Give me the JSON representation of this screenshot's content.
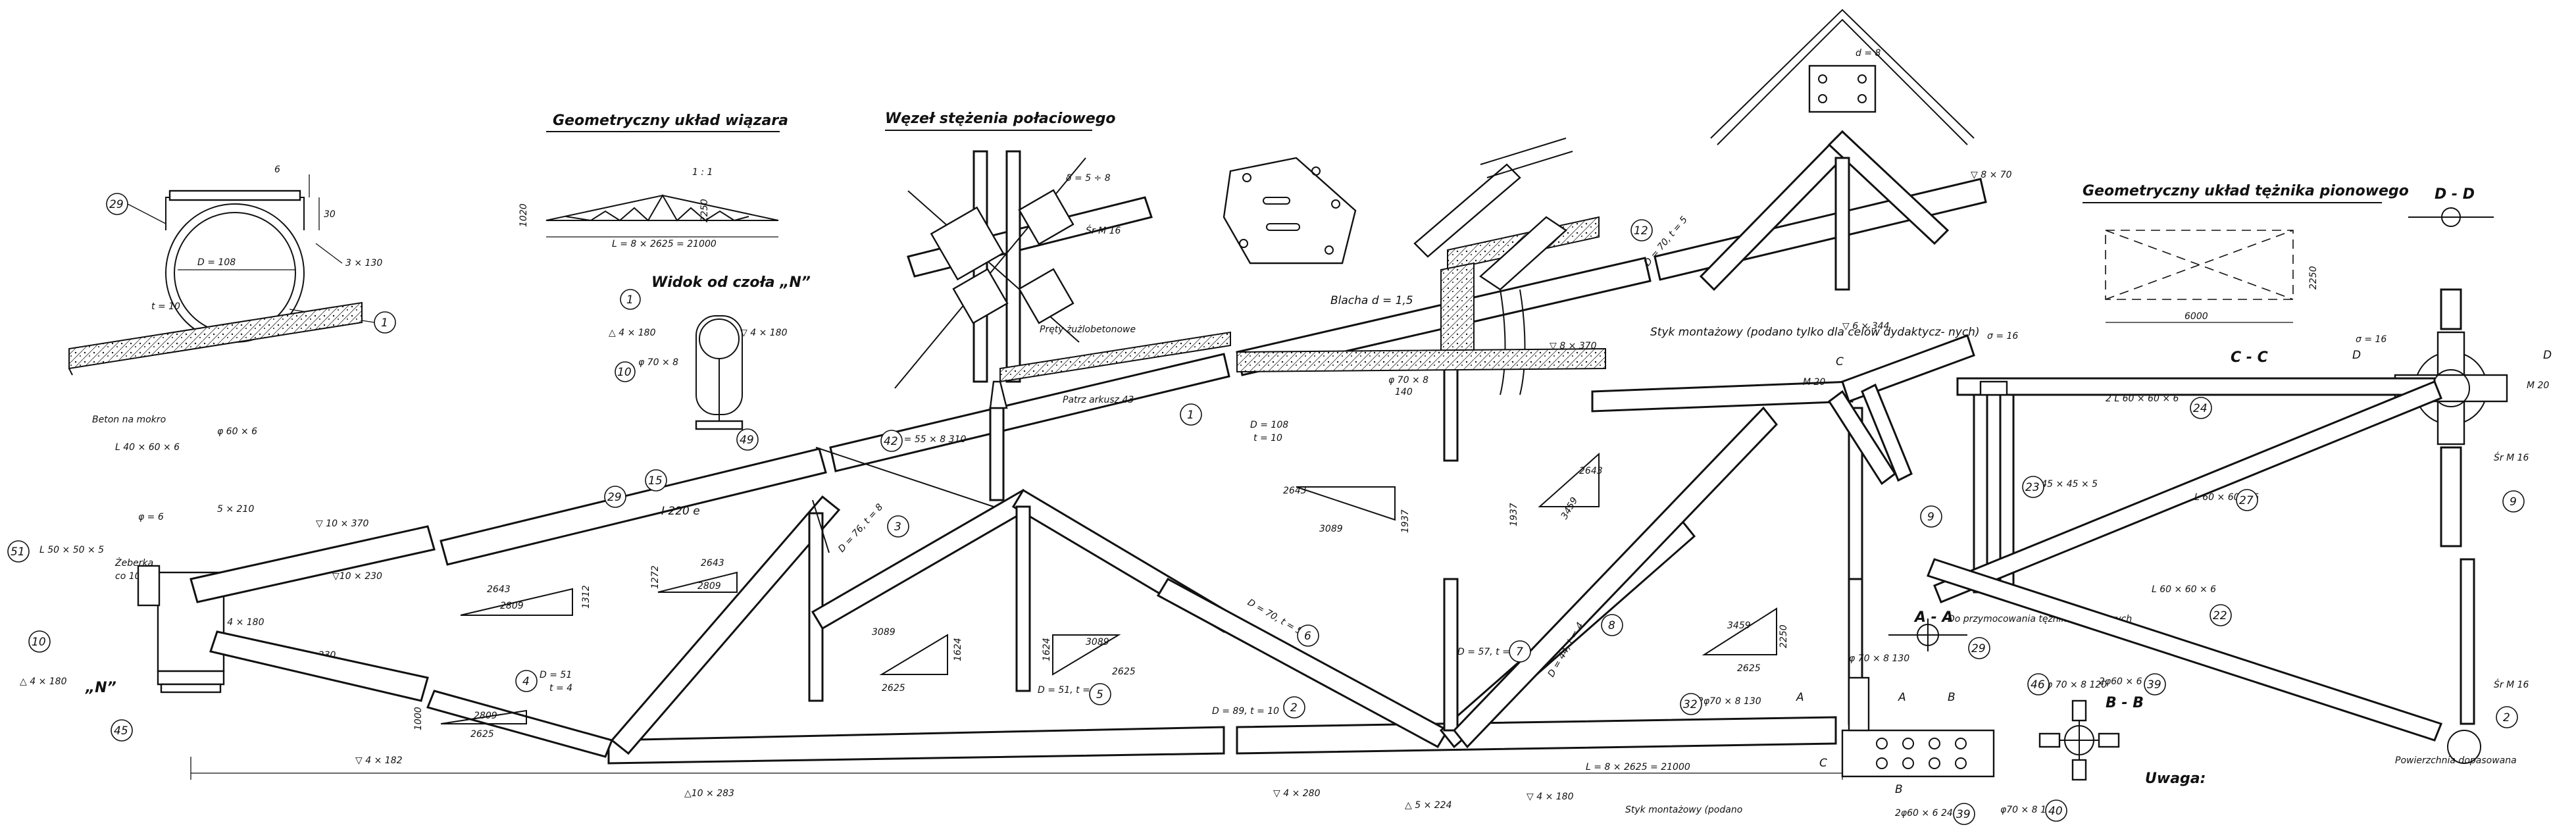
{
  "titles": {
    "geometric_truss": "Geometryczny układ wiązara",
    "bracing_node": "Węzeł stężenia połaciowego",
    "view_n": "Widok od czoła „N”",
    "vertical_brace": "Geometryczny układ tężnika pionowego",
    "section_dd": "D - D",
    "note": "Uwaga:"
  },
  "dimensions": {
    "truss_span": "L = 8 × 2625 = 21000",
    "truss_span_main": "L = 8 × 2625 = 21000",
    "truss_height": "1020",
    "truss_mid": "2250",
    "truss_slope": "1 : 1",
    "brace_height": "2250",
    "brace_width": "6000",
    "tube_dia": "D = 108",
    "tube_t": "t = 10",
    "dim_6": "6",
    "dim_30": "30",
    "weld_3x130": "3 × 130"
  },
  "labels": {
    "beton": "Beton na mokro",
    "l40": "L 40 × 60 × 6",
    "phi60": "φ 60 × 6",
    "l50": "L 50 × 50 × 5",
    "zeberka": "Żeberka",
    "zeberka_co": "co 10 cm",
    "phi6": "φ = 6",
    "w4x180": "△ 4 × 180",
    "w5x210": "5 × 210",
    "w10x370": "▽ 10 × 370",
    "w10x230": "▽10 × 230",
    "w10x230b": "▽ 10 × 230",
    "w4x182": "▽ 4 × 182",
    "w10x283": "△10 × 283",
    "d51": "D = 51",
    "t4": "t = 4",
    "d76": "D = 76, t = 8",
    "d70": "D = 70, t = 5",
    "d51b": "D = 51, t = 4",
    "d89": "D = 89, t = 10",
    "d57": "D = 57, t = 5",
    "d44": "D = 44, t = 4",
    "d108": "D = 108",
    "t10": "t = 10",
    "d70b": "D = 70, t = 5",
    "i220": "I 220 e",
    "prety": "Pręty żużlobetonowe",
    "patrz": "Patrz arkusz 43",
    "bolts": "φ = 55 × 8  310",
    "delta": "δ = 5 ÷ 8",
    "srm16": "Śr M 16",
    "blacha": "Blacha d = 1,5",
    "styk": "Styk montażowy (podano tylko dla celów dydaktycz- nych)",
    "styk2": "Styk montażowy (podano",
    "m20": "M 20",
    "w6x344": "▽ 6 × 344",
    "w8x370": "▽ 8 × 370",
    "w8x70": "▽ 8 × 70",
    "d8": "d = 8",
    "v70x8": "φ 70 × 8",
    "v140": "140",
    "w4x280": "▽ 4 × 280",
    "w5x224": "△ 5 × 224",
    "w4x180b": "▽ 4 × 180",
    "doprzy": "Do przymocowania tężników pionowych",
    "d16": "σ = 16",
    "l60x60x6": "2 L 60 × 60 × 6",
    "l45": "L 45 × 45 × 5",
    "l60a": "L 60 × 60 × 6",
    "l60b": "L 60 × 60 × 6",
    "powierzchnia": "Powierzchnia dopasowana",
    "cc": "C - C",
    "aa": "A - A",
    "bb": "B - B",
    "a_left": "A",
    "a_right": "A",
    "b_right": "B",
    "b_low": "B",
    "c_top": "C",
    "c_low": "C",
    "d_left": "D",
    "d_right": "D",
    "plate70x8": "2φ70 × 8  130",
    "plate70b": "φ 70 × 8  130",
    "plate60x6": "2φ60 × 6  240",
    "plate60x6b": "2φ60 × 6  240",
    "plate70x8c": "φ70 × 8  120",
    "plate70x8d": "φ 70 × 8  120",
    "n_label": "„N”"
  },
  "triangles": [
    {
      "a": "2643",
      "b": "2809",
      "c": "1312"
    },
    {
      "a": "2643",
      "b": "2809",
      "c": "1272"
    },
    {
      "a": "3089",
      "b": "2625",
      "c": "1624"
    },
    {
      "a": "3089",
      "b": "2625",
      "c": "1624"
    },
    {
      "a": "2643",
      "b": "3089",
      "c": "1937"
    },
    {
      "a": "3459",
      "b": "2625",
      "c": "2250"
    },
    {
      "a": "2643",
      "b": "3459",
      "c": "1937"
    },
    {
      "a": "2809",
      "b": "2625",
      "c": "1000"
    }
  ],
  "bubbles": [
    "29",
    "1",
    "51",
    "10",
    "45",
    "49",
    "1",
    "10",
    "15",
    "29",
    "4",
    "42",
    "3",
    "2",
    "5",
    "6",
    "7",
    "8",
    "12",
    "1",
    "39",
    "32",
    "46",
    "24",
    "23",
    "9",
    "27",
    "22",
    "2",
    "9",
    "40",
    "29",
    "39"
  ]
}
